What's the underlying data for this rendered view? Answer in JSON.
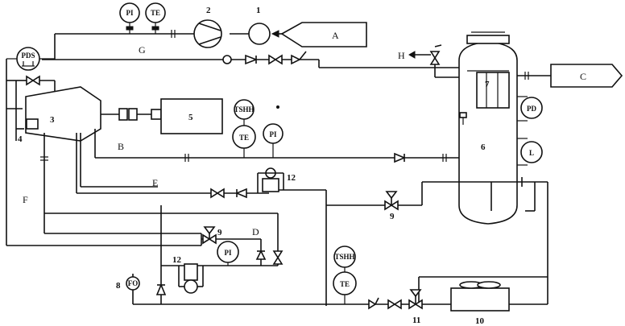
{
  "numbers": {
    "n1": "1",
    "n2": "2",
    "n3": "3",
    "n4": "4",
    "n5": "5",
    "n6": "6",
    "n7": "7",
    "n8": "8",
    "n9a": "9",
    "n9b": "9",
    "n10": "10",
    "n11": "11",
    "n12a": "12",
    "n12b": "12"
  },
  "letters": {
    "A": "A",
    "B": "B",
    "C": "C",
    "D": "D",
    "E": "E",
    "F": "F",
    "G": "G",
    "H": "H"
  },
  "instruments": {
    "pi_top": "PI",
    "te_top": "TE",
    "pds": "PDS",
    "tshh_mid": "TSHH",
    "te_mid": "TE",
    "pi_mid": "PI",
    "pd": "PD",
    "l": "L",
    "pi_low": "PI",
    "fi": "FO",
    "tshh_low": "TSHH",
    "te_low": "TE"
  }
}
